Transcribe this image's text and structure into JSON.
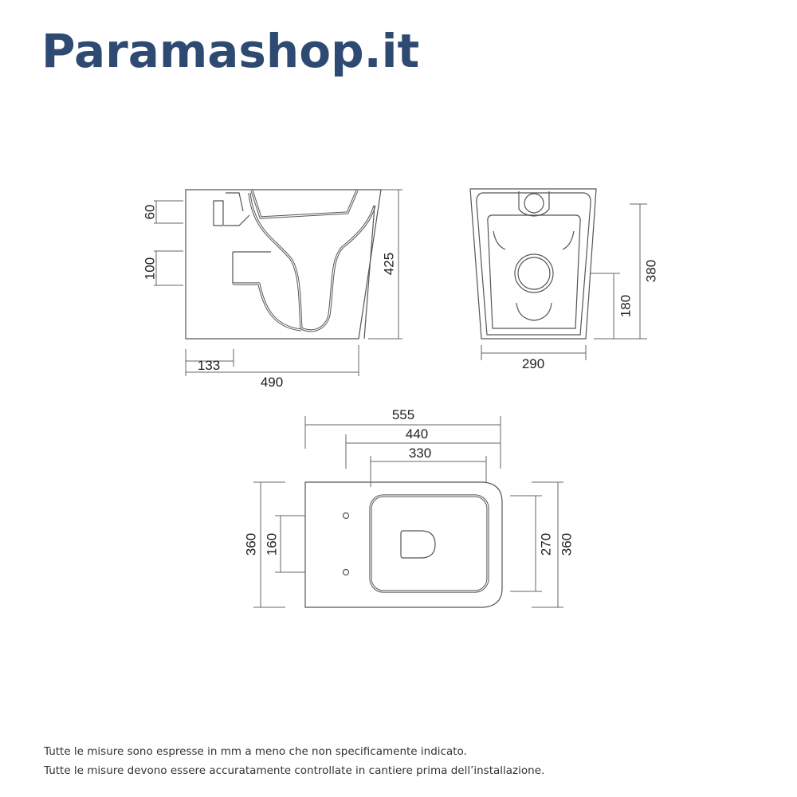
{
  "header": {
    "logo_text": "Paramashop.it",
    "brand_color": "#2f4a72"
  },
  "side_view": {
    "dims": {
      "inlet_height": "60",
      "outlet_height": "100",
      "total_height": "425",
      "outlet_offset": "133",
      "depth": "490"
    }
  },
  "rear_view": {
    "dims": {
      "width": "290",
      "outlet_center_height": "180",
      "fixing_height": "380"
    }
  },
  "top_view": {
    "dims": {
      "total_length": "555",
      "length_to_bowl": "440",
      "bowl_length": "330",
      "width_left": "360",
      "fixing_spacing": "160",
      "bowl_width": "270",
      "width_right": "360"
    }
  },
  "footer": {
    "line1": "Tutte le misure sono espresse in mm a meno che non specificamente indicato.",
    "line2": "Tutte le misure devono essere accuratamente controllate in cantiere prima dell’installazione."
  }
}
